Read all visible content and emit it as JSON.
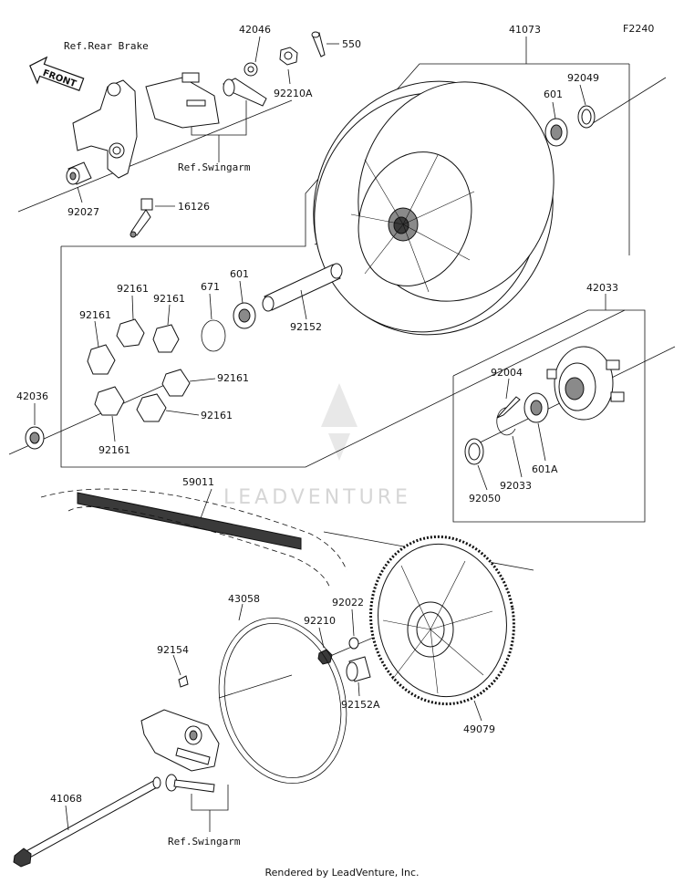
{
  "diagram_code": "F2240",
  "watermark": "LEADVENTURE",
  "footer": "Rendered by LeadVenture, Inc.",
  "front_arrow": "FRONT",
  "refs": {
    "rear_brake": "Ref.Rear Brake",
    "swingarm_top": "Ref.Swingarm",
    "swingarm_bottom": "Ref.Swingarm"
  },
  "parts": {
    "p41073": "41073",
    "p42046": "42046",
    "p550": "550",
    "p92210A": "92210A",
    "p92049": "92049",
    "p601_top": "601",
    "p92027": "92027",
    "p16126": "16126",
    "p671": "671",
    "p601_mid": "601",
    "p92152": "92152",
    "p92161_a": "92161",
    "p92161_b": "92161",
    "p92161_c": "92161",
    "p92161_d": "92161",
    "p92161_e": "92161",
    "p92161_f": "92161",
    "p42036": "42036",
    "p42033": "42033",
    "p92004": "92004",
    "p601A": "601A",
    "p92050": "92050",
    "p92033": "92033",
    "p59011": "59011",
    "p43058": "43058",
    "p92022": "92022",
    "p92210": "92210",
    "p92154": "92154",
    "p92152A": "92152A",
    "p49079": "49079",
    "p41068": "41068"
  }
}
